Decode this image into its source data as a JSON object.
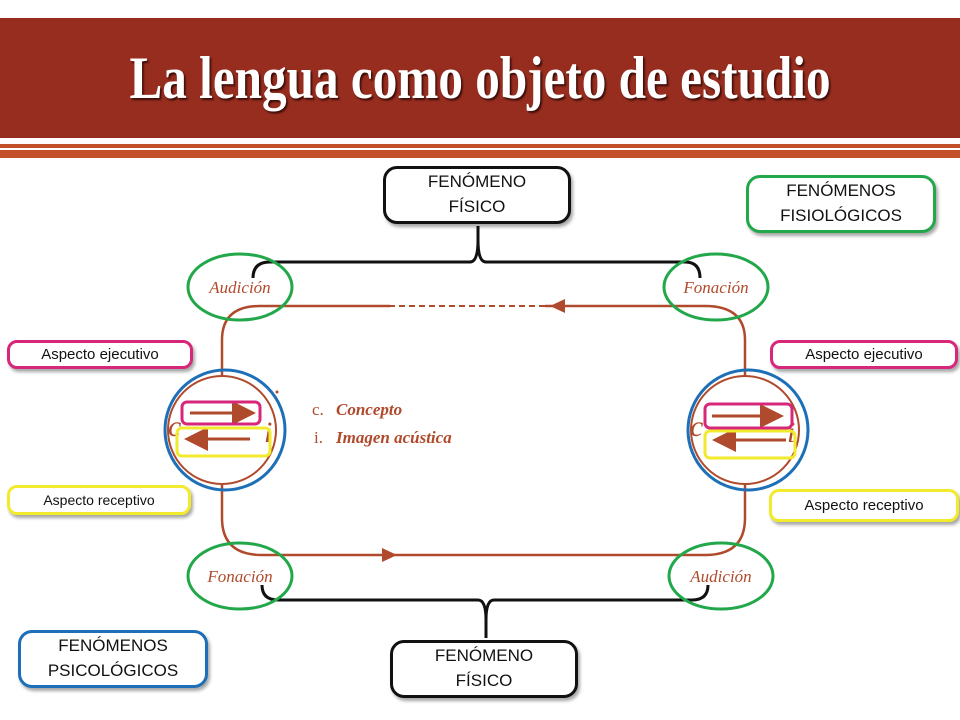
{
  "title": "La lengua como objeto de estudio",
  "diagram": {
    "top_center": "FENÓMENO\nFÍSICO",
    "bottom_center": "FENÓMENO\nFÍSICO",
    "top_right": "FENÓMENOS\nFISIOLÓGICOS",
    "bottom_left": "FENÓMENOS\nPSICOLÓGICOS",
    "left_exec": "Aspecto ejecutivo",
    "right_exec": "Aspecto ejecutivo",
    "left_recep": "Aspecto receptivo",
    "right_recep": "Aspecto receptivo",
    "audicion_top": "Audición",
    "fonacion_top": "Fonación",
    "fonacion_bottom": "Fonación",
    "audicion_bottom": "Audición",
    "concepto_letter": "c.",
    "concepto": "Concepto",
    "imagen_letter": "i.",
    "imagen": "Imagen acústica"
  },
  "colors": {
    "title_bg": "#962d1f",
    "diagram_brown": "#b04a2c",
    "green": "#22a84a",
    "blue": "#1d6fb8",
    "magenta": "#d6277a",
    "yellow": "#f2ea2c"
  }
}
